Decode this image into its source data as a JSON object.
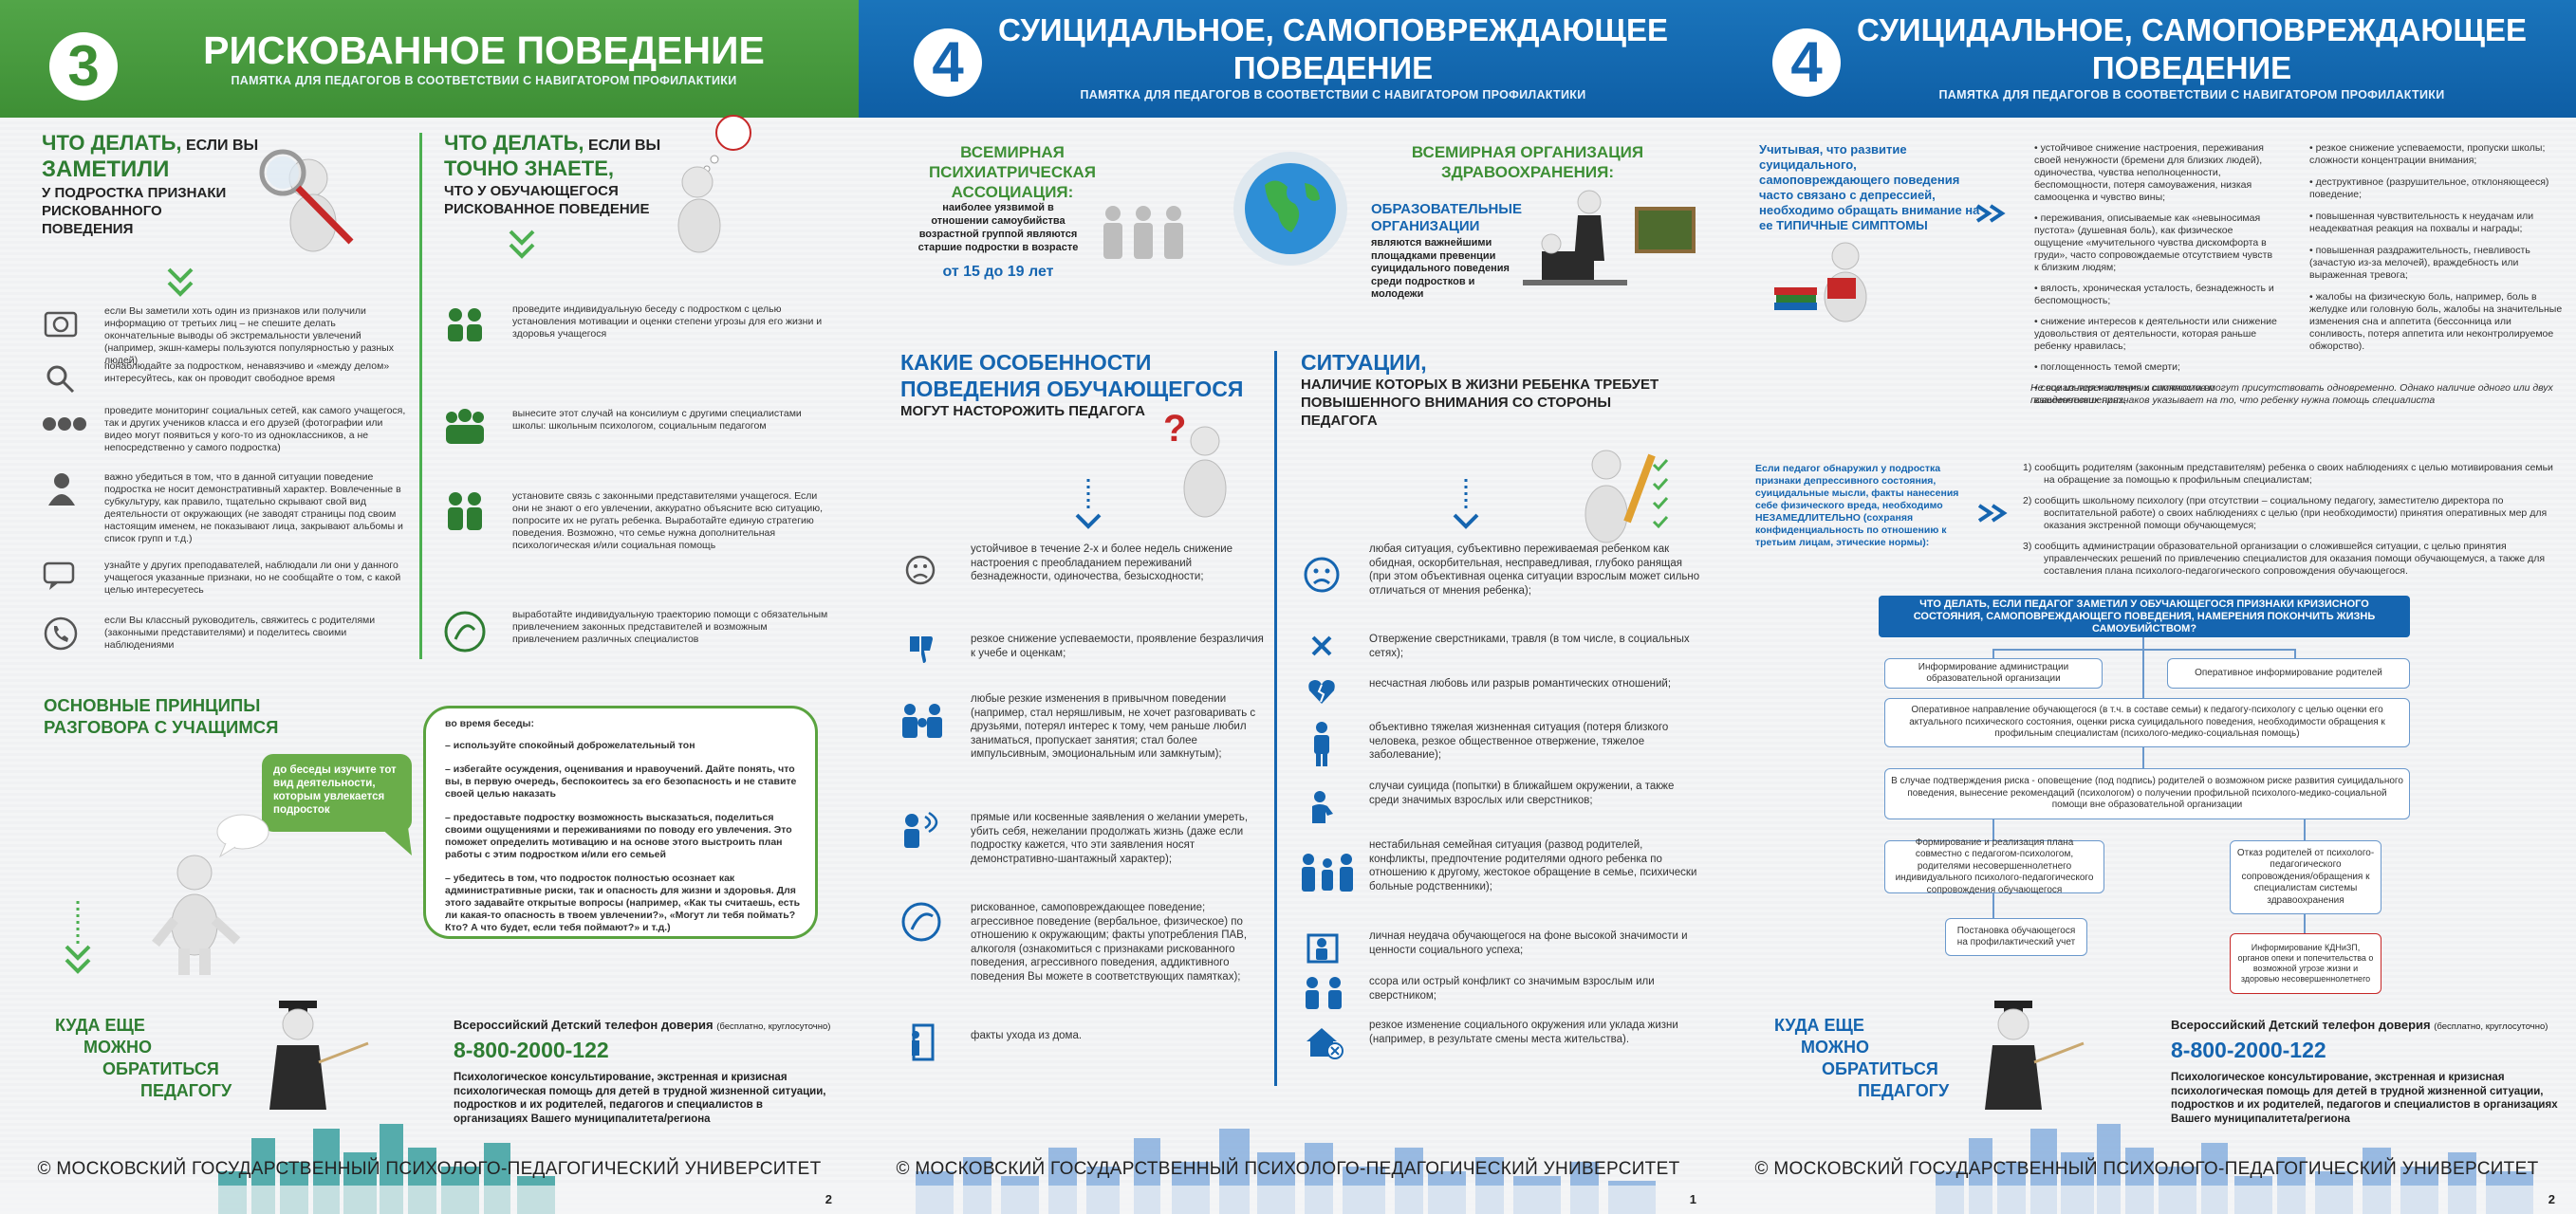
{
  "panel1": {
    "header": {
      "number": "3",
      "title": "РИСКОВАННОЕ ПОВЕДЕНИЕ",
      "subtitle": "ПАМЯТКА ДЛЯ ПЕДАГОГОВ В СООТВЕТСТВИИ С НАВИГАТОРОМ ПРОФИЛАКТИКИ"
    },
    "left_heading": {
      "l1a": "ЧТО ДЕЛАТЬ,",
      "l1b": "ЕСЛИ ВЫ",
      "l2": "ЗАМЕТИЛИ",
      "l3": "У ПОДРОСТКА ПРИЗНАКИ",
      "l4": "РИСКОВАННОГО",
      "l5": "ПОВЕДЕНИЯ"
    },
    "right_heading": {
      "l1a": "ЧТО ДЕЛАТЬ,",
      "l1b": "ЕСЛИ ВЫ",
      "l2": "ТОЧНО ЗНАЕТЕ,",
      "l3": "ЧТО У ОБУЧАЮЩЕГОСЯ",
      "l4": "РИСКОВАННОЕ ПОВЕДЕНИЕ"
    },
    "left_items": [
      {
        "icon": "camera-icon",
        "text": "если Вы заметили хоть один из признаков или получили информацию от третьих лиц – не спешите делать окончательные выводы об экстремальности увлечений (например, экшн-камеры пользуются популярностью у разных людей)"
      },
      {
        "icon": "search-icon",
        "text": "понаблюдайте за подростком, ненавязчиво и «между делом» интересуйтесь, как он проводит свободное время"
      },
      {
        "icon": "social-icons",
        "text": "проведите мониторинг социальных сетей, как самого учащегося, так и других учеников класса и его друзей (фотографии или видео могут появиться у кого-то из одноклассников, а не непосредственно у самого подростка)"
      },
      {
        "icon": "person-icon",
        "text": "важно убедиться в том, что в данной ситуации поведение подростка не носит демонстративный характер. Вовлеченные в субкультуру, как правило, тщательно скрывают свой вид деятельности от окружающих (не заводят страницы под своим настоящим именем, не показывают лица, закрывают альбомы и список групп и т.д.)"
      },
      {
        "icon": "chat-icon",
        "text": "узнайте у других преподавателей, наблюдали ли они у данного учащегося указанные признаки, но не сообщайте о том, с какой целью интересуетесь"
      },
      {
        "icon": "phone-icon",
        "text": "если Вы классный руководитель, свяжитесь с родителями (законными представителями) и поделитесь своими наблюдениями"
      }
    ],
    "right_items": [
      {
        "icon": "conversation-icon",
        "text": "проведите индивидуальную беседу с подростком с целью установления мотивации и оценки степени угрозы для его жизни и здоровья учащегося"
      },
      {
        "icon": "team-icon",
        "text": "вынесите этот случай на консилиум с другими специалистами школы: школьным психологом, социальным педагогом"
      },
      {
        "icon": "parents-icon",
        "text": "установите связь с законными представителями учащегося. Если они не знают о его увлечении, аккуратно объясните всю ситуацию, попросите их не ругать ребенка. Выработайте единую стратегию поведения. Возможно, что семье нужна дополнительная психологическая и/или социальная помощь"
      },
      {
        "icon": "route-icon",
        "text": "выработайте индивидуальную траекторию помощи с обязательным привлечением законных представителей и возможным привлечением различных специалистов"
      }
    ],
    "principles_title_l1": "ОСНОВНЫЕ ПРИНЦИПЫ",
    "principles_title_l2": "РАЗГОВОРА С УЧАЩИМСЯ",
    "green_bubble": "до беседы изучите тот вид деятельности, которым увлекается подросток",
    "principles_box": {
      "intro": "во время беседы:",
      "items": [
        "– используйте спокойный доброжелательный тон",
        "– избегайте осуждения, оценивания и нравоучений. Дайте понять, что вы, в первую очередь, беспокоитесь за его безопасность и не ставите своей целью наказать",
        "– предоставьте подростку возможность высказаться, поделиться своими ощущениями и переживаниями по поводу его увлечения. Это поможет определить мотивацию и на основе этого выстроить план работы с этим подростком и/или его семьей",
        "– убедитесь в том, что подросток полностью осознает как административные риски, так и опасность для жизни и здоровья. Для этого задавайте открытые вопросы (например, «Как ты считаешь, есть ли какая-то опасность в твоем увлечении?», «Могут ли тебя поймать? Кто? А что будет, если тебя поймают?» и т.д.)"
      ]
    },
    "where": {
      "l1": "КУДА ЕЩЕ",
      "l2": "МОЖНО",
      "l3": "ОБРАТИТЬСЯ",
      "l4": "ПЕДАГОГУ"
    },
    "hotline": {
      "name": "Всероссийский Детский телефон доверия",
      "note": "(бесплатно, круглосуточно)",
      "phone": "8-800-2000-122",
      "desc": "Психологическое консультирование, экстренная и кризисная психологическая помощь для детей в трудной жизненной ситуации, подростков и их родителей, педагогов и специалистов в организациях Вашего муниципалитета/региона"
    },
    "footer": "© МОСКОВСКИЙ ГОСУДАРСТВЕННЫЙ ПСИХОЛОГО-ПЕДАГОГИЧЕСКИЙ УНИВЕРСИТЕТ",
    "page": "2"
  },
  "panel2": {
    "header": {
      "number": "4",
      "title_l1": "СУИЦИДАЛЬНОЕ, САМОПОВРЕЖДАЮЩЕЕ",
      "title_l2": "ПОВЕДЕНИЕ",
      "subtitle": "ПАМЯТКА ДЛЯ ПЕДАГОГОВ В СООТВЕТСТВИИ С НАВИГАТОРОМ ПРОФИЛАКТИКИ"
    },
    "wpa": {
      "l1": "ВСЕМИРНАЯ",
      "l2": "ПСИХИАТРИЧЕСКАЯ АССОЦИАЦИЯ:",
      "text": "наиболее уязвимой в отношении самоубийства возрастной группой являются старшие подростки в возрасте",
      "age": "от 15 до 19 лет"
    },
    "who": {
      "l1": "ВСЕМИРНАЯ ОРГАНИЗАЦИЯ",
      "l2": "ЗДРАВООХРАНЕНИЯ:",
      "t1": "ОБРАЗОВАТЕЛЬНЫЕ",
      "t2": "ОРГАНИЗАЦИИ",
      "text": "являются важнейшими площадками превенции суицидального поведения среди подростков и молодежи"
    },
    "features": {
      "l1": "КАКИЕ ОСОБЕННОСТИ",
      "l2": "ПОВЕДЕНИЯ ОБУЧАЮЩЕГОСЯ",
      "l3": "МОГУТ НАСТОРОЖИТЬ ПЕДАГОГА"
    },
    "situations": {
      "l1": "СИТУАЦИИ,",
      "l2": "НАЛИЧИЕ КОТОРЫХ В ЖИЗНИ РЕБЕНКА ТРЕБУЕТ",
      "l3": "ПОВЫШЕННОГО ВНИМАНИЯ СО СТОРОНЫ",
      "l4": "ПЕДАГОГА"
    },
    "left_items": [
      {
        "icon": "sad-face-icon",
        "text": "устойчивое в течение 2-х и более недель снижение настроения с преобладанием переживаний безнадежности, одиночества, безысходности;"
      },
      {
        "icon": "thumbs-down-icon",
        "text": "резкое снижение успеваемости, проявление безразличия к учебе и оценкам;"
      },
      {
        "icon": "group-icon",
        "text": "любые резкие изменения в привычном поведении (например, стал неряшливым, не хочет разговаривать с друзьями, потерял интерес к тому, чем раньше любил заниматься, пропускает занятия; стал более импульсивным, эмоциональным или замкнутым);"
      },
      {
        "icon": "speech-icon",
        "text": "прямые или косвенные заявления о желании умереть, убить себя, нежелании продолжать жизнь (даже если подростку кажется, что эти заявления носят демонстративно-шантажный характер);"
      },
      {
        "icon": "no-entry-icon",
        "text": "рискованное, самоповреждающее поведение; агрессивное поведение (вербальное, физическое) по отношению к окружающим; факты употребления ПАВ, алкоголя (ознакомиться с признаками рискованного поведения, агрессивного поведения, аддиктивного поведения Вы можете в соответствующих памятках);"
      },
      {
        "icon": "door-icon",
        "text": "факты ухода из дома."
      }
    ],
    "right_items": [
      {
        "icon": "upset-face-icon",
        "text": "любая ситуация, субъективно переживаемая ребенком как обидная, оскорбительная, несправедливая, глубоко ранящая (при этом объективная оценка ситуации взрослым может сильно отличаться от мнения ребенка);"
      },
      {
        "icon": "cross-icon",
        "text": "Отвержение сверстниками, травля (в том числе, в социальных сетях);"
      },
      {
        "icon": "broken-heart-icon",
        "text": "несчастная любовь или разрыв романтических отношений;"
      },
      {
        "icon": "standing-person-icon",
        "text": "объективно тяжелая жизненная ситуация (потеря близкого человека, резкое общественное отвержение, тяжелое заболевание);"
      },
      {
        "icon": "hand-icon",
        "text": "случаи суицида (попытки) в ближайшем окружении, а также среди значимых взрослых или сверстников;"
      },
      {
        "icon": "family-icon",
        "text": "нестабильная семейная ситуация (развод родителей, конфликты, предпочтение родителями одного ребенка по отношению к другому, жестокое обращение в семье, психически больные родственники);"
      },
      {
        "icon": "failure-icon",
        "text": "личная неудача обучающегося на фоне высокой значимости и ценности социального успеха;"
      },
      {
        "icon": "conflict-icon",
        "text": "ссора или острый конфликт со значимым взрослым или сверстником;"
      },
      {
        "icon": "house-icon",
        "text": "резкое изменение социального окружения или уклада жизни (например, в результате смены места жительства)."
      }
    ],
    "footer": "© МОСКОВСКИЙ ГОСУДАРСТВЕННЫЙ ПСИХОЛОГО-ПЕДАГОГИЧЕСКИЙ УНИВЕРСИТЕТ",
    "page": "1"
  },
  "panel3": {
    "header": {
      "number": "4",
      "title_l1": "СУИЦИДАЛЬНОЕ, САМОПОВРЕЖДАЮЩЕЕ",
      "title_l2": "ПОВЕДЕНИЕ",
      "subtitle": "ПАМЯТКА ДЛЯ ПЕДАГОГОВ В СООТВЕТСТВИИ С НАВИГАТОРОМ ПРОФИЛАКТИКИ"
    },
    "intro": "Учитывая, что развитие суицидального, самоповреждающего поведения часто связано с депрессией, необходимо обращать внимание на ее ТИПИЧНЫЕ СИМПТОМЫ",
    "symptoms_left": [
      "устойчивое снижение настроения, переживания своей ненужности (бремени для близких людей), одиночества, чувства неполноценности, беспомощности, потеря самоуважения, низкая самооценка и чувство вины;",
      "переживания, описываемые как «невыносимая пустота» (душевная боль), как физическое ощущение «мучительного чувства дискомфорта в груди», часто сопровождаемые отсутствием чувств к близким людям;",
      "вялость, хроническая усталость, безнадежность и беспомощность;",
      "снижение интересов к деятельности или снижение удовольствия от деятельности, которая раньше ребенку нравилась;",
      "поглощенность темой смерти;",
      "социальная изоляция и сложности во взаимоотношениях;"
    ],
    "symptoms_right": [
      "резкое снижение успеваемости, пропуски школы; сложности концентрации внимания;",
      "деструктивное (разрушительное, отклоняющееся) поведение;",
      "повышенная чувствительность к неудачам или неадекватная реакция на похвалы и награды;",
      "повышенная раздражительность, гневливость (зачастую из-за мелочей), враждебность или выраженная тревога;",
      "жалобы на физическую боль, например, боль в желудке или головную боль, жалобы на значительные изменения сна и аппетита (бессонница или сонливость, потеря аппетита или неконтролируемое обжорство)."
    ],
    "note": "Не все из перечисленных симптомов могут присутствовать одновременно. Однако наличие одного или двух поведенческих признаков указывает на то, что ребенку нужна помощь специалиста",
    "if_teacher": "Если педагог обнаружил у подростка признаки депрессивного состояния, суицидальные мысли, факты нанесения себе физического вреда, необходимо НЕЗАМЕДЛИТЕЛЬНО (сохраняя конфиденциальность по отношению к третьим лицам, этические нормы):",
    "steps": [
      "1)   сообщить родителям (законным представителям) ребенка о своих наблюдениях с целью мотивирования семьи на обращение за помощью к профильным специалистам;",
      "2)   сообщить школьному психологу (при отсутствии – социальному педагогу, заместителю директора по воспитательной работе) о своих наблюдениях с целью (при необходимости) принятия оперативных мер для оказания экстренной помощи обучающемуся;",
      "3)   сообщить администрации образовательной организации о сложившейся ситуации, с целью принятия управленческих решений по привлечению специалистов для оказания помощи обучающемуся, а также для составления плана психолого-педагогического сопровождения обучающегося."
    ],
    "flow_title": "ЧТО ДЕЛАТЬ, ЕСЛИ ПЕДАГОГ ЗАМЕТИЛ У ОБУЧАЮЩЕГОСЯ ПРИЗНАКИ КРИЗИСНОГО СОСТОЯНИЯ, САМОПОВРЕЖДАЮЩЕГО ПОВЕДЕНИЯ, НАМЕРЕНИЯ ПОКОНЧИТЬ ЖИЗНЬ САМОУБИЙСТВОМ?",
    "flow": {
      "admin": "Информирование администрации образовательной организации",
      "parents": "Оперативное информирование родителей",
      "direction": "Оперативное направление обучающегося (в т.ч. в составе семьи) к педагогу-психологу с целью оценки его актуального психического состояния, оценки риска суицидального поведения, необходимости обращения к профильным специалистам (психолого-медико-социальная помощь)",
      "risk": "В случае подтверждения риска - оповещение (под подпись) родителей о возможном риске развития суицидального поведения, вынесение рекомендаций (психологом) о получении профильной психолого-медико-социальной помощи вне образовательной организации",
      "plan": "Формирование и реализация плана совместно с педагогом-психологом, родителями несовершеннолетнего индивидуального психолого-педагогического сопровождения обучающегося",
      "refusal": "Отказ родителей от психолого-педагогического сопровождения/обращения к специалистам системы здравоохранения",
      "register": "Постановка обучающегося на профилактический учет",
      "kdn": "Информирование КДНиЗП, органов опеки и попечительства о возможной угрозе жизни и здоровью несовершеннолетнего"
    },
    "where": {
      "l1": "КУДА ЕЩЕ",
      "l2": "МОЖНО",
      "l3": "ОБРАТИТЬСЯ",
      "l4": "ПЕДАГОГУ"
    },
    "hotline": {
      "name": "Всероссийский Детский телефон доверия",
      "note": "(бесплатно, круглосуточно)",
      "phone": "8-800-2000-122",
      "desc": "Психологическое консультирование, экстренная и кризисная психологическая помощь для детей в трудной жизненной ситуации, подростков и их родителей, педагогов и специалистов в организациях Вашего муниципалитета/региона"
    },
    "footer": "© МОСКОВСКИЙ ГОСУДАРСТВЕННЫЙ ПСИХОЛОГО-ПЕДАГОГИЧЕСКИЙ УНИВЕРСИТЕТ",
    "page": "2"
  },
  "colors": {
    "green": "#3e8f35",
    "blue": "#1565b0",
    "accent_green_bubble": "#6aad4a"
  }
}
